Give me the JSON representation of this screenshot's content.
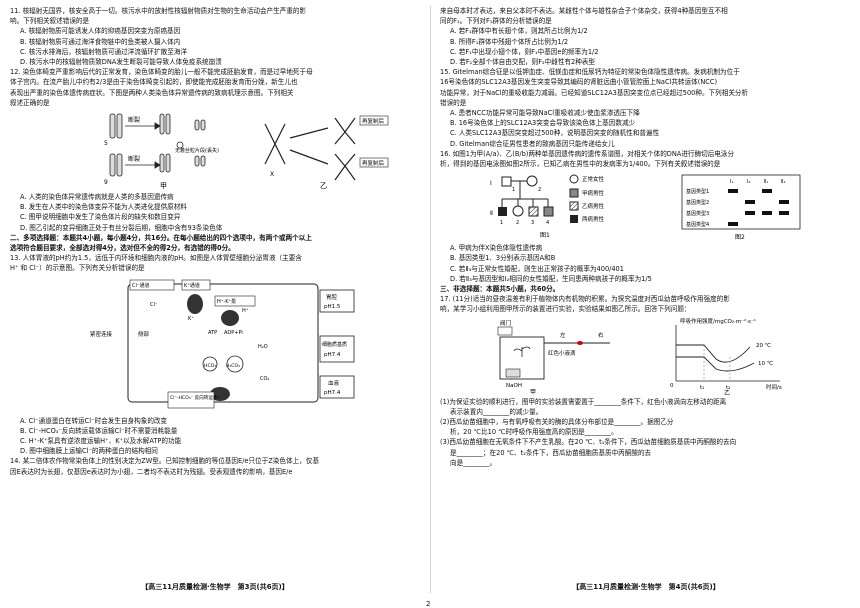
{
  "left": {
    "q11": {
      "stem1": "11. 核辐射无国界，核安全高于一切。核污水中的放射性核辐射物质对生物的生命活动会产生严重的影",
      "stem2": "响。下列相关叙述错误的是",
      "A": "A. 核辐射物质可能诱发人体的抑癌基因突变为原癌基因",
      "B": "B. 核辐射物质可通过海洋食物链中的鱼类被人摄入体内",
      "C": "C. 核污水排海后，核辐射物质可通过洋流循环扩散至海洋",
      "D": "D. 核污水中的核辐射物质致DNA发生断裂可能导致人体免疫系统崩溃"
    },
    "q12": {
      "stem1": "12. 染色体畸变严重影响后代的正常发育，染色体畸变的胎儿一般不能完成胚胎发育，而是过早地死于母",
      "stem2": "体子宫内。在流产胎儿中约有2/3是由于染色体畸变引起的，即使能完成胚胎发育而分娩，新生儿也",
      "stem3": "表现出严重的染色体遗传病症状。下图是两种人类染色体异常遗传病的致病机理示意图。下列相关",
      "stem4": "叙述正确的是",
      "fig_jia": "甲",
      "fig_yi": "乙",
      "fig_l1": "断裂",
      "fig_l2": "断裂",
      "fig_l3": "无着丝粒片段(丢失)",
      "fig_l4": "再复制后",
      "fig_l5": "再复制后",
      "fig_n5": "5",
      "fig_n9": "9",
      "fig_x": "X",
      "A": "A. 人类的染色体异常遗传病就是人类的多基因遗传病",
      "B": "B. 发生在人类中的染色体变异不能为人类进化提供原材料",
      "C": "C. 图甲说明细胞中发生了染色体片段的缺失和数目变异",
      "D": "D. 图乙引起的变异细胞正处于有丝分裂后期，细胞中含有93条染色体"
    },
    "sec2": "二、多项选择题：本题共4小题，每小题4分，共16分。在每小题给出的四个选项中，有两个或两个以上",
    "sec2b": "选项符合题目要求，全部选对得4分，选对但不全的得2分，有选错的得0分。",
    "q13": {
      "stem1": "13. 人体胃液的pH约为1.5，远低于内环境和细胞内液的pH。如图是人体胃壁细胞分泌胃液（主要含",
      "stem2": "H⁺ 和 Cl⁻）的示意图。下列有关分析错误的是",
      "fig": {
        "cl_channel": "Cl⁻通道",
        "k_channel": "K⁺通道",
        "pump": "H⁺-K⁺泵",
        "lumen": "胃腔",
        "lumen_ph": "pH1.5",
        "cell": "细胞质基质",
        "cell_ph": "pH7.4",
        "blood": "血液",
        "blood_ph": "pH7.4",
        "tight": "紧密连接",
        "basal": "侧部",
        "exchanger": "Cl⁻-HCO₃⁻ 反向转运体",
        "atp": "ATP",
        "adp": "ADP+Pi",
        "h2o": "H₂O",
        "co2": "CO₂",
        "hco3": "HCO₃⁻",
        "h2co3": "H₂CO₃",
        "cl": "Cl⁻",
        "k": "K⁺",
        "h": "H⁺"
      },
      "A": "A. Cl⁻通道蛋白在转运Cl⁻时会发生自身构象的改变",
      "B": "B. Cl⁻-HCO₃⁻反向转运载体运输Cl⁻时不需要消耗能量",
      "C": "C. H⁺-K⁺泵具有逆浓度运输H⁺、K⁺以及水解ATP的功能",
      "D": "D. 图中细胞膜上运输Cl⁻的两种蛋白的结构相同"
    },
    "q14": {
      "stem1": "14. 某二倍体农作物常染色体上的性别决定为ZW型。已知控制细胞的等位基因E/e只位于Z染色体上，仅基",
      "stem2": "因E表达时为长翅，仅基因e表达时为小翅，二者均不表达时为残翅。受表观遗传的影响，基因E/e"
    },
    "footer": "【高三11月质量检测·生物学　第3页(共6页)】"
  },
  "right": {
    "q14c": {
      "stem1": "来自母本时才表达，来自父本时不表达。某雌性个体与雄性杂合子个体杂交，获得4种基因型互不相",
      "stem2": "同的F₁。下列对F₁群体的分析错误的是",
      "A": "A. 若F₁群体中有长翅个体，则其所占比例为1/2",
      "B": "B. 所得F₁群体中残翅个体所占比例为1/2",
      "C": "C. 若F₁中出现小翅个体，则F₁中基因e的频率为1/2",
      "D": "D. 若F₁全部个体自由交配，则F₂中雌性有2种表型"
    },
    "q15": {
      "stem1": "15. Gitelman综合征是以低钾血症、低镁血症和低尿钙为特征的常染色体隐性遗传病。发病机制为位于",
      "stem2": "16号染色体的SLC12A3基因发生突变导致其编码的肾脏远曲小管管腔面上NaCl共转运体(NCC)",
      "stem3": "功能异常，对于NaCl的重吸收能力减弱。已经知道SLC12A3基因突变位点已经超过500种。下列相关分析",
      "stem4": "错误的是",
      "A": "A. 患者NCC功能异常可能导致NaCl重吸收减少使血浆渗透压下降",
      "B": "B. 16号染色体上的SLC12A3突变会导致该染色体上基因数减少",
      "C": "C. 人类SLC12A3基因突变超过500种，说明基因突变的随机性和普遍性",
      "D": "D. Gitelman综合征男性患者的致病基因只能传递给女儿"
    },
    "q16": {
      "stem1": "16. 如图1为甲(A/a)、乙(B/b)两种单基因遗传病的遗传系谱图，对相关个体的DNA进行酶切后电泳分",
      "stem2": "析，得到的基因电泳图如图2所示，已知乙病在男性中的发病率为1/400。下列有关叙述错误的是",
      "legend": {
        "normal_f": "正常女性",
        "jia_m": "甲病男性",
        "yi_m": "乙病男性",
        "both_m": "两病男性"
      },
      "gen1": "Ⅰ",
      "gen2": "Ⅱ",
      "ind": [
        "1",
        "2",
        "3",
        "4"
      ],
      "fig1": "图1",
      "fig2": "图2",
      "gel_cols": [
        "Ⅰ₁",
        "Ⅰ₂",
        "Ⅱ₁",
        "Ⅱ₂"
      ],
      "gel_rows": [
        "基因类型1",
        "基因类型2",
        "基因类型3",
        "基因类型4"
      ],
      "A": "A. 甲病为伴X染色体隐性遗传病",
      "B": "B. 基因类型1、3分别表示基因A和B",
      "C": "C. 若Ⅱ₃与正常女性婚配，则生出正常孩子的概率为400/401",
      "D": "D. 若Ⅱ₃与基因型和Ⅰ₂相同的女性婚配，生同患两种病孩子的概率为1/5"
    },
    "sec3": "三、非选择题：本题共5小题，共60分。",
    "q17": {
      "stem1": "17. (11分)适当的昼夜温差有利于植物体内有机物的积累。为探究温度对西瓜幼苗呼吸作用强度的影",
      "stem2": "响，某学习小组利用图甲所示的装置进行实验，实验结果如图乙所示。回答下列问题：",
      "fig": {
        "valve": "阀门",
        "left": "左",
        "right": "右",
        "drop": "红色小液滴",
        "naoh": "NaOH",
        "jia": "甲",
        "yi": "乙",
        "ylabel": "呼吸作用强度/mgCO₂·m⁻²·s⁻¹",
        "xlabel": "时间/s",
        "t20": "20 ℃",
        "t10": "10 ℃",
        "t1": "t₁",
        "t2": "t₂",
        "origin": "0"
      },
      "sub1a": "(1)为保证实验的顺利进行，图甲的实验装置需要置于________条件下，红色小液滴向左移动的距离",
      "sub1b": "表示装置内________的减少量。",
      "sub2a": "(2)西瓜幼苗细胞中，与有氧呼吸有关的酶的具体分布部位是________。据图乙分",
      "sub2b": "析，20 ℃比10 ℃时呼吸作用强度高的原因是________。",
      "sub3a": "(3)西瓜幼苗细胞在无氧条件下不产生乳酸。在20 ℃、t₁条件下，西瓜幼苗细胞质基质中丙酮酸的去向",
      "sub3b": "是________；在20 ℃、t₂条件下，西瓜幼苗细胞质基质中丙酮酸的去",
      "sub3c": "向是________。"
    },
    "footer": "【高三11月质量检测·生物学　第4页(共6页)】"
  },
  "page_number": "2"
}
